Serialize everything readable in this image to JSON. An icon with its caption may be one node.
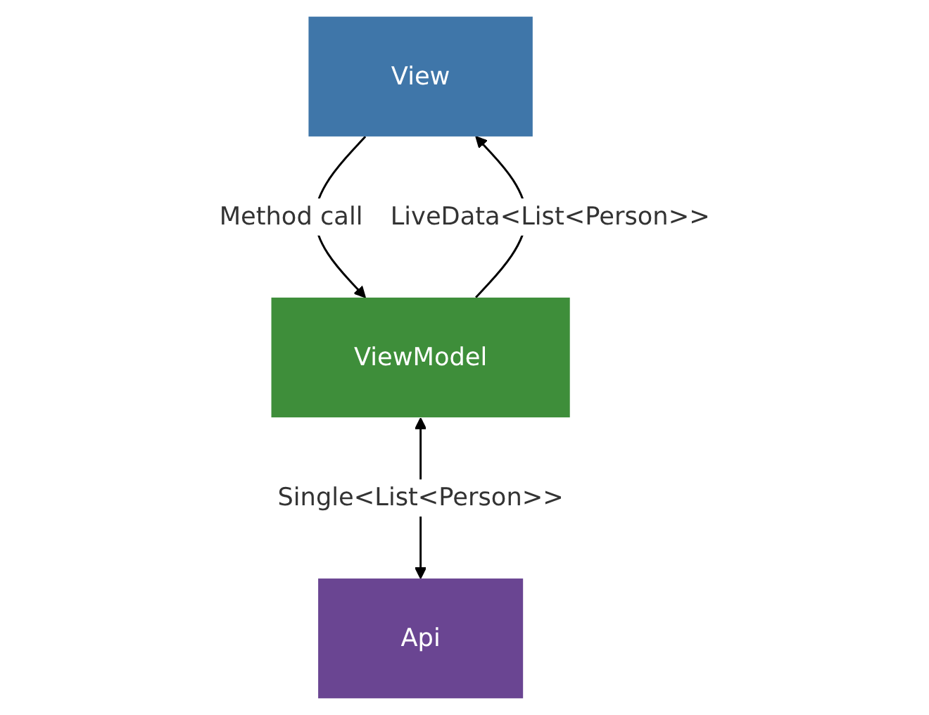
{
  "diagram": {
    "nodes": [
      {
        "text": [
          "View"
        ]
      },
      {
        "text": [
          "ViewModel"
        ]
      },
      {
        "text": [
          "Api"
        ]
      }
    ],
    "edges": [
      {
        "from": 0,
        "to": 1,
        "arrow": "to",
        "label": "Method call"
      },
      {
        "from": 1,
        "to": 0,
        "arrow": "to",
        "label": "LiveData<List<Person>>"
      },
      {
        "from": 1,
        "to": 2,
        "arrow": "both",
        "label": "Single<List<Person>>"
      }
    ]
  }
}
